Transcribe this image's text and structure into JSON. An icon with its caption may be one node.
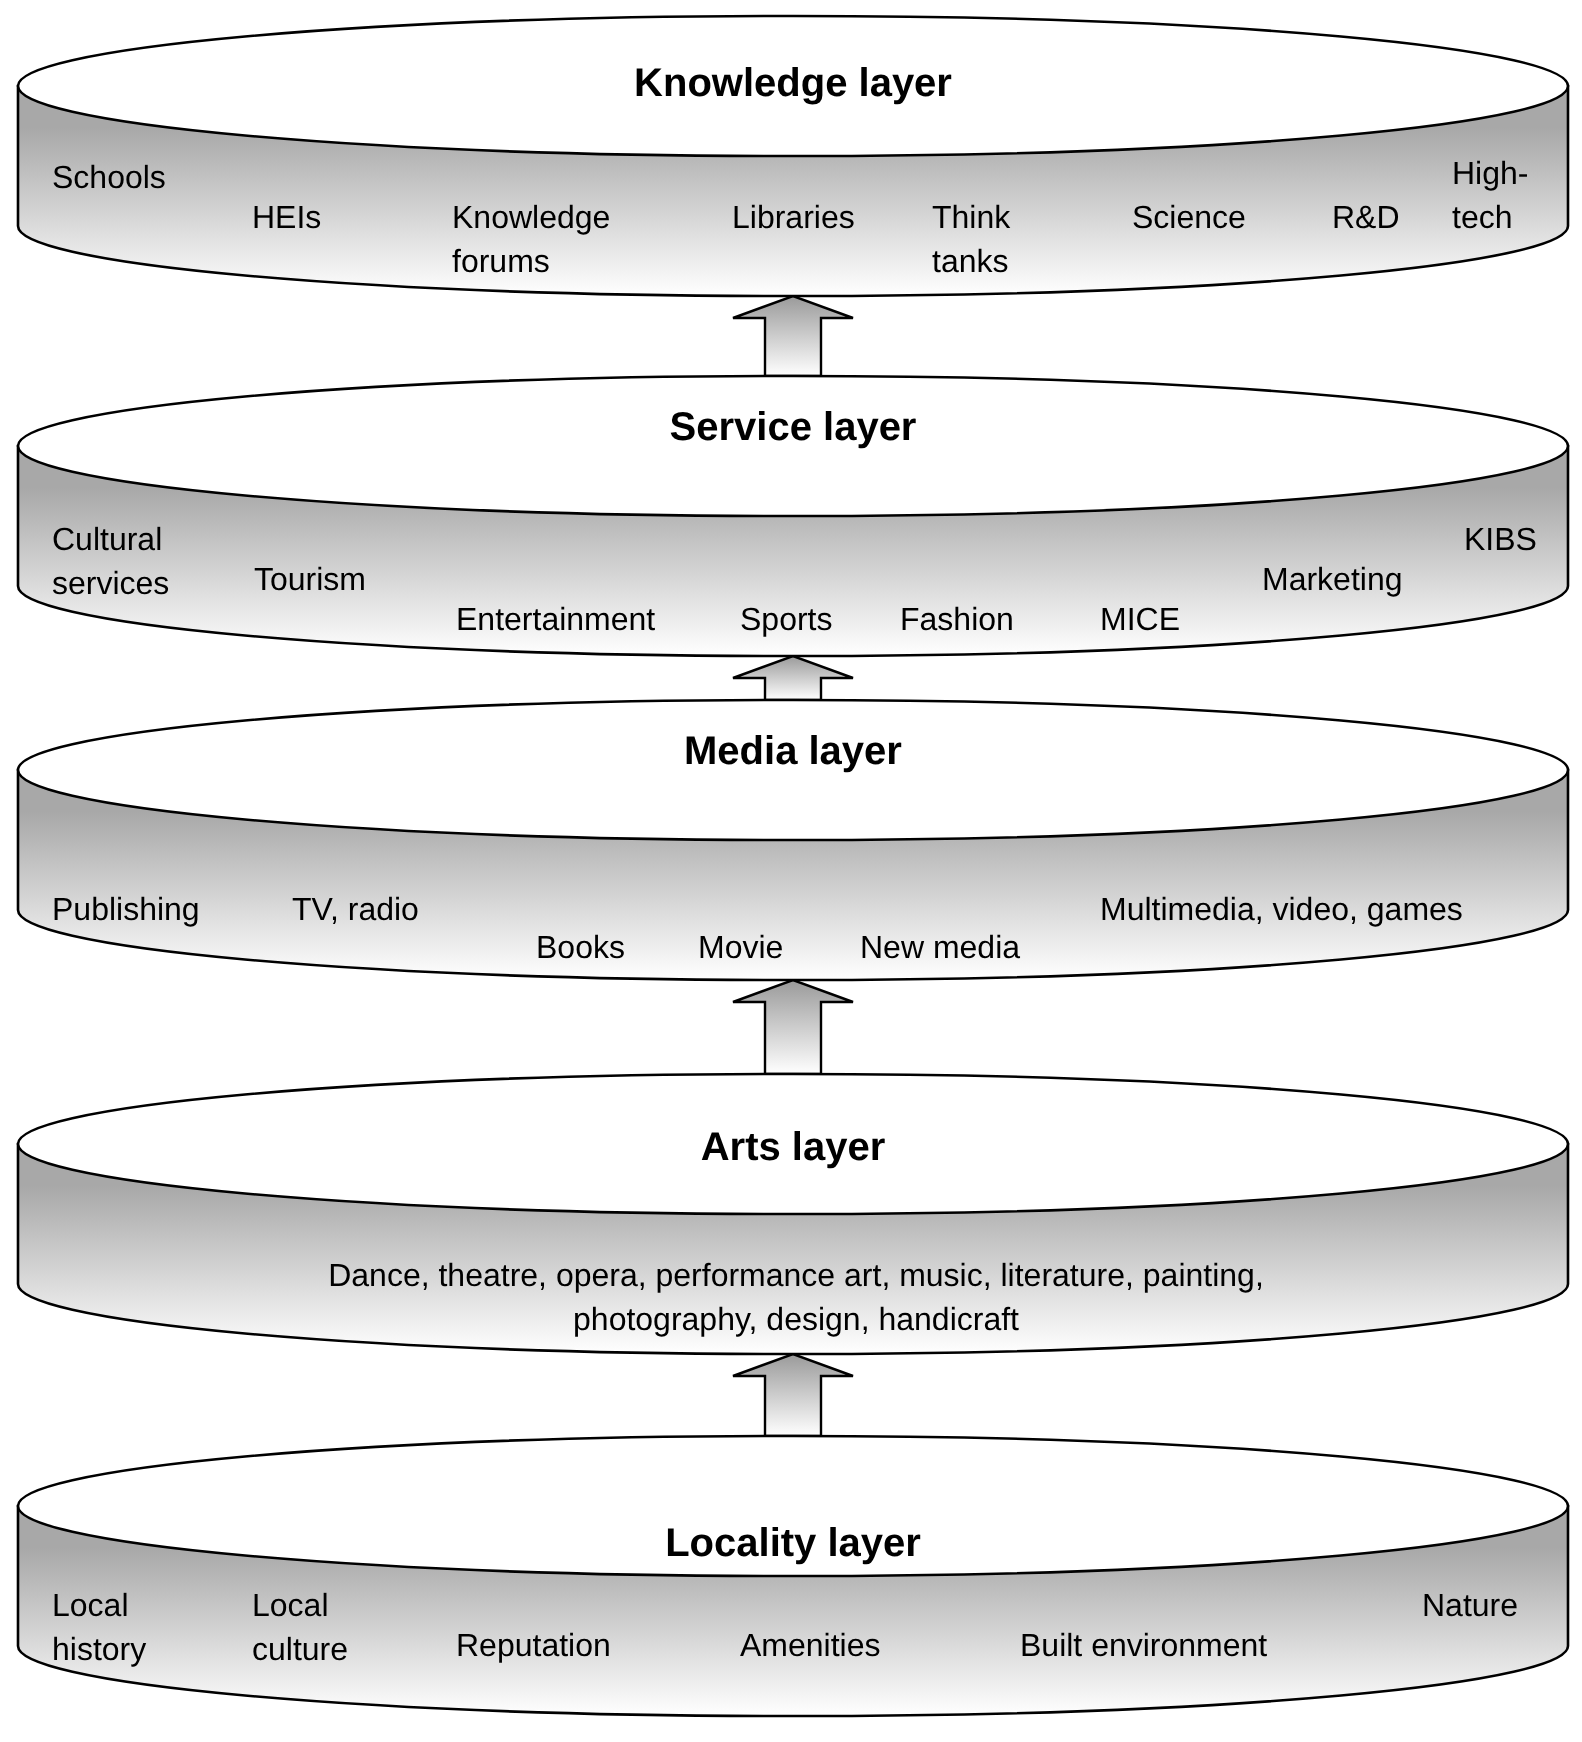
{
  "diagram": {
    "nodes": [
      {
        "text": [
          "Knowledge layer",
          "Schools",
          "HEIs",
          "Knowledge forums",
          "Libraries",
          "Think tanks",
          "Science",
          "R&D",
          "High-tech"
        ]
      },
      {
        "text": [
          "Service layer",
          "Cultural services",
          "Tourism",
          "Entertainment",
          "Sports",
          "Fashion",
          "MICE",
          "Marketing",
          "KIBS"
        ]
      },
      {
        "text": [
          "Media layer",
          "Publishing",
          "TV, radio",
          "Books",
          "Movie",
          "New media",
          "Multimedia, video, games"
        ]
      },
      {
        "text": [
          "Arts layer",
          "Dance, theatre, opera, performance art, music, literature, painting, photography, design, handicraft"
        ]
      },
      {
        "text": [
          "Locality layer",
          "Local history",
          "Local culture",
          "Reputation",
          "Amenities",
          "Built environment",
          "Nature"
        ]
      }
    ],
    "edges": [
      {
        "from": 4,
        "to": 3,
        "arrow": "to"
      },
      {
        "from": 3,
        "to": 2,
        "arrow": "to"
      },
      {
        "from": 2,
        "to": 1,
        "arrow": "to"
      },
      {
        "from": 1,
        "to": 0,
        "arrow": "to"
      }
    ]
  }
}
